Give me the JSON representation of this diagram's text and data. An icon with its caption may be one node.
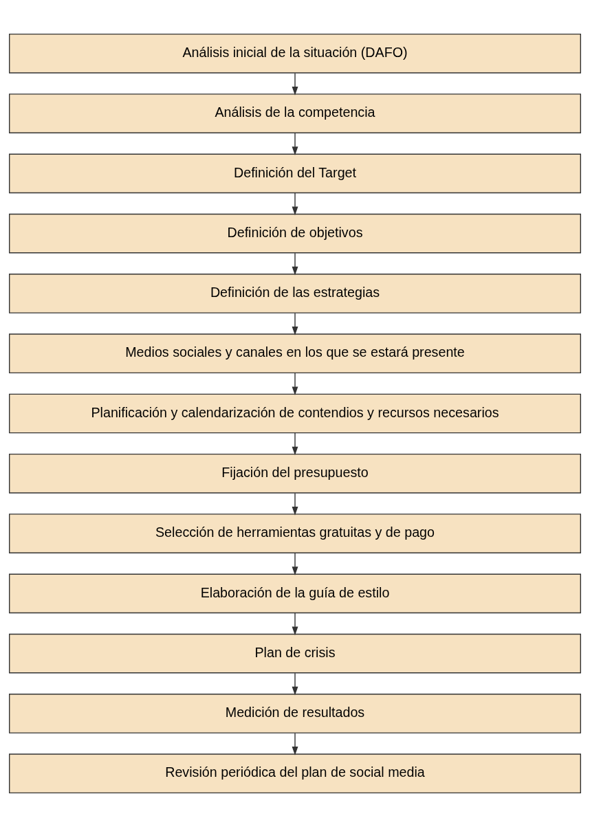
{
  "diagram": {
    "nodes": [
      {
        "text": [
          "Análisis inicial de la situación (DAFO)"
        ]
      },
      {
        "text": [
          "Análisis de la competencia"
        ]
      },
      {
        "text": [
          "Definición del Target"
        ]
      },
      {
        "text": [
          "Definición de objetivos"
        ]
      },
      {
        "text": [
          "Definición de las estrategias"
        ]
      },
      {
        "text": [
          "Medios sociales y canales en los que se estará presente"
        ]
      },
      {
        "text": [
          "Planificación y calendarización de contendios y recursos necesarios"
        ]
      },
      {
        "text": [
          "Fijación del presupuesto"
        ]
      },
      {
        "text": [
          "Selección de herramientas gratuitas y de pago"
        ]
      },
      {
        "text": [
          "Elaboración de la guía de estilo"
        ]
      },
      {
        "text": [
          "Plan de crisis"
        ]
      },
      {
        "text": [
          "Medición de resultados"
        ]
      },
      {
        "text": [
          "Revisión periódica del plan de social media"
        ]
      }
    ],
    "edges": [
      {
        "from": 0,
        "to": 1,
        "arrow": "to"
      },
      {
        "from": 1,
        "to": 2,
        "arrow": "to"
      },
      {
        "from": 2,
        "to": 3,
        "arrow": "to"
      },
      {
        "from": 3,
        "to": 4,
        "arrow": "to"
      },
      {
        "from": 4,
        "to": 5,
        "arrow": "to"
      },
      {
        "from": 5,
        "to": 6,
        "arrow": "to"
      },
      {
        "from": 6,
        "to": 7,
        "arrow": "to"
      },
      {
        "from": 7,
        "to": 8,
        "arrow": "to"
      },
      {
        "from": 8,
        "to": 9,
        "arrow": "to"
      },
      {
        "from": 9,
        "to": 10,
        "arrow": "to"
      },
      {
        "from": 10,
        "to": 11,
        "arrow": "to"
      },
      {
        "from": 11,
        "to": 12,
        "arrow": "to"
      }
    ]
  }
}
